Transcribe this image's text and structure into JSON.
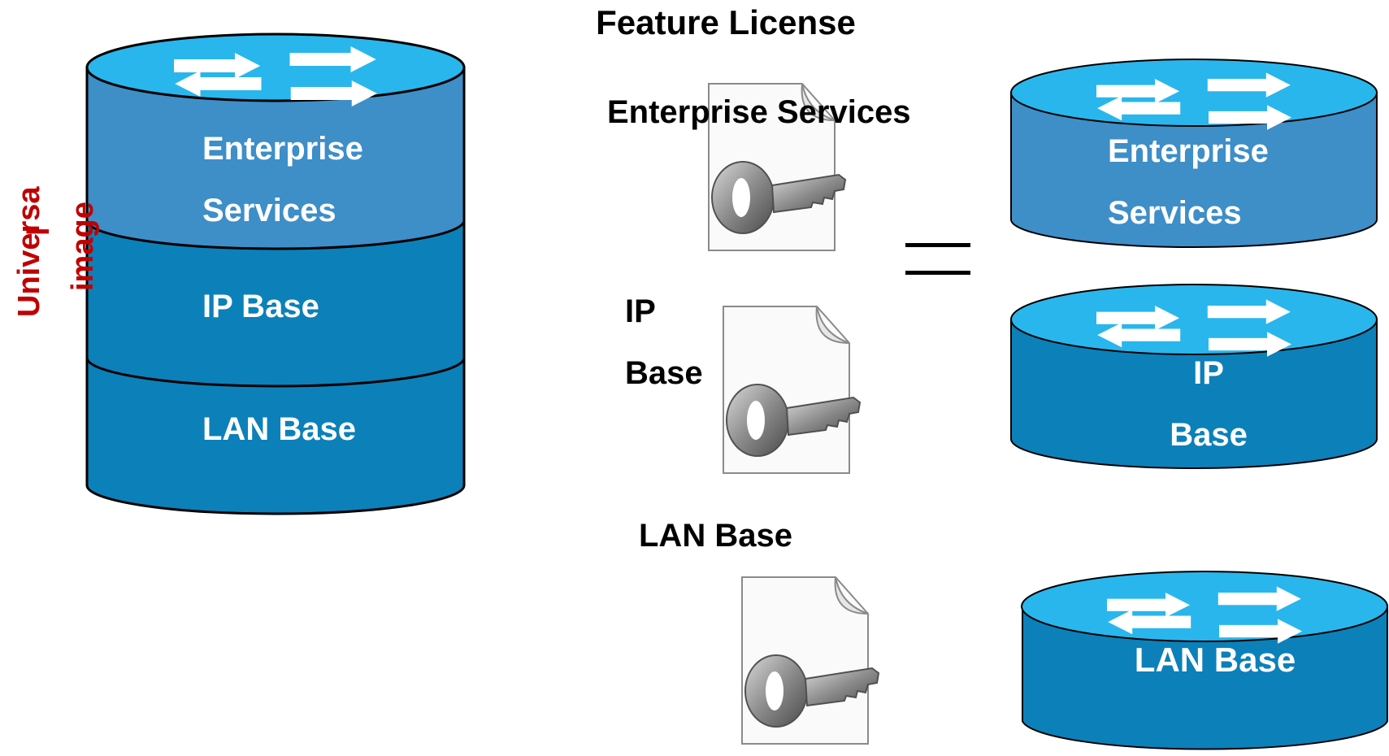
{
  "title": "Feature License",
  "universal_image": {
    "label_line1": "Universa",
    "label_line2": "l",
    "label_line3": "image",
    "layers": {
      "enterprise_line1": "Enterprise",
      "enterprise_line2": "Services",
      "ip_base": "IP Base",
      "lan_base": "LAN Base"
    }
  },
  "licenses": {
    "enterprise": "Enterprise Services",
    "ip_line1": "IP",
    "ip_line2": "Base",
    "lan": "LAN Base"
  },
  "equals": "=",
  "routers": {
    "enterprise_line1": "Enterprise",
    "enterprise_line2": "Services",
    "ip_line1": "IP",
    "ip_line2": "Base",
    "lan": "LAN Base"
  },
  "colors": {
    "cylinder_top": "#29b6ec",
    "enterprise_layer": "#3e8ec8",
    "base_layer": "#0c80b9",
    "label_red": "#c00000",
    "text_white": "#ffffff",
    "text_black": "#000000"
  },
  "icons": [
    "router-arrows-icon",
    "license-key-document-icon"
  ]
}
